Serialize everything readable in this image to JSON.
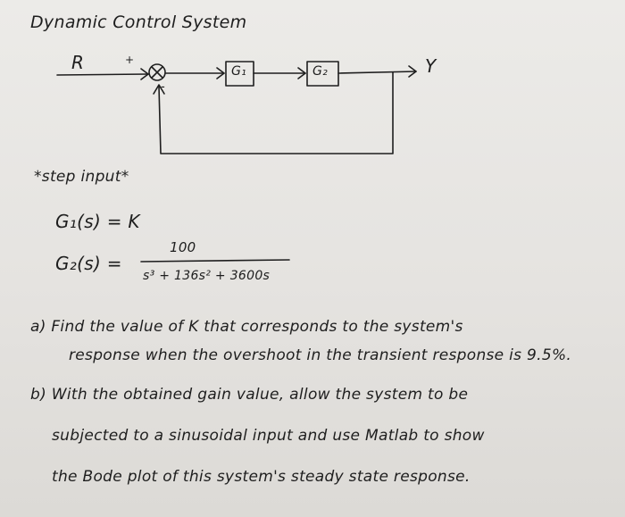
{
  "document": {
    "title": "Dynamic Control System",
    "diagram": {
      "input_label": "R",
      "sum_plus": "+",
      "sum_minus": "-",
      "block1": "G₁",
      "block2": "G₂",
      "output_label": "Y"
    },
    "note": "*step input*",
    "equations": {
      "g1": "G₁(s) = K",
      "g2_lhs": "G₂(s) =",
      "g2_numerator": "100",
      "g2_denominator": "s³ + 136s² + 3600s"
    },
    "questions": {
      "a_line1": "a) Find the value of K that corresponds to the system's",
      "a_line2": "response when the overshoot in the transient response is 9.5%.",
      "b_line1": "b) With the obtained gain value, allow the system to be",
      "b_line2": "subjected to a sinusoidal input and use Matlab to show",
      "b_line3": "the Bode plot of this system's steady state response."
    }
  }
}
